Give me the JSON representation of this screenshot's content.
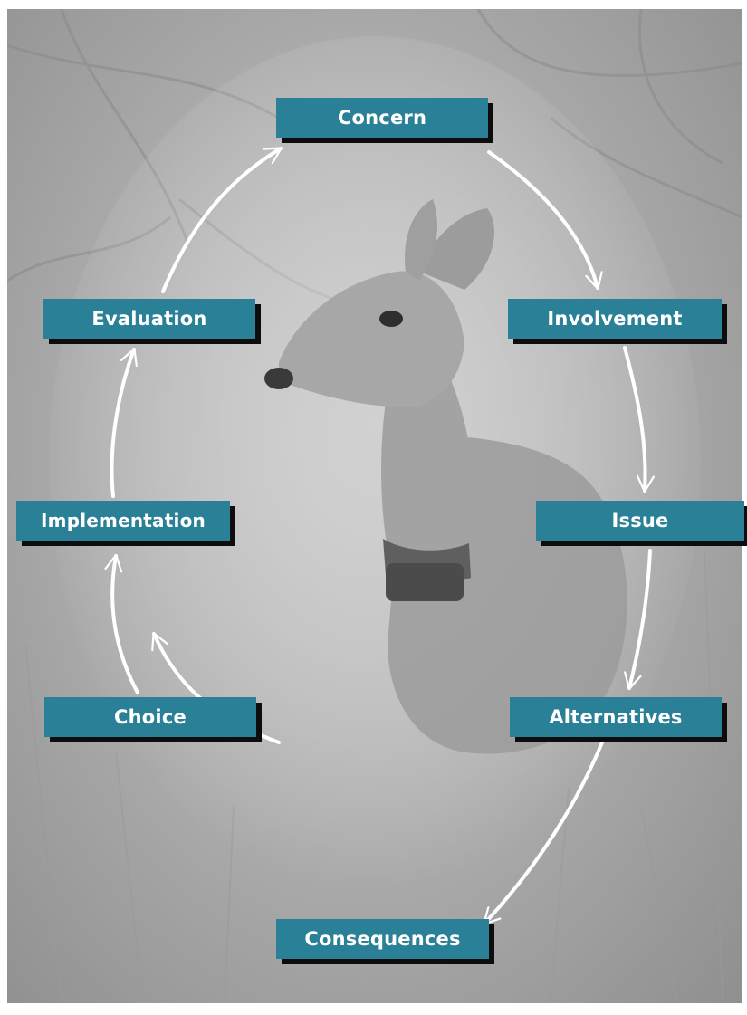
{
  "diagram": {
    "stages": [
      {
        "key": "concern",
        "label": "Concern"
      },
      {
        "key": "involvement",
        "label": "Involvement"
      },
      {
        "key": "issue",
        "label": "Issue"
      },
      {
        "key": "alternatives",
        "label": "Alternatives"
      },
      {
        "key": "consequences",
        "label": "Consequences"
      },
      {
        "key": "choice",
        "label": "Choice"
      },
      {
        "key": "implementation",
        "label": "Implementation"
      },
      {
        "key": "evaluation",
        "label": "Evaluation"
      }
    ],
    "flow": "clockwise",
    "colors": {
      "box_fill": "#2a8096",
      "box_shadow": "#0d0d0d",
      "box_text": "#ffffff",
      "arrow": "#ffffff"
    }
  }
}
